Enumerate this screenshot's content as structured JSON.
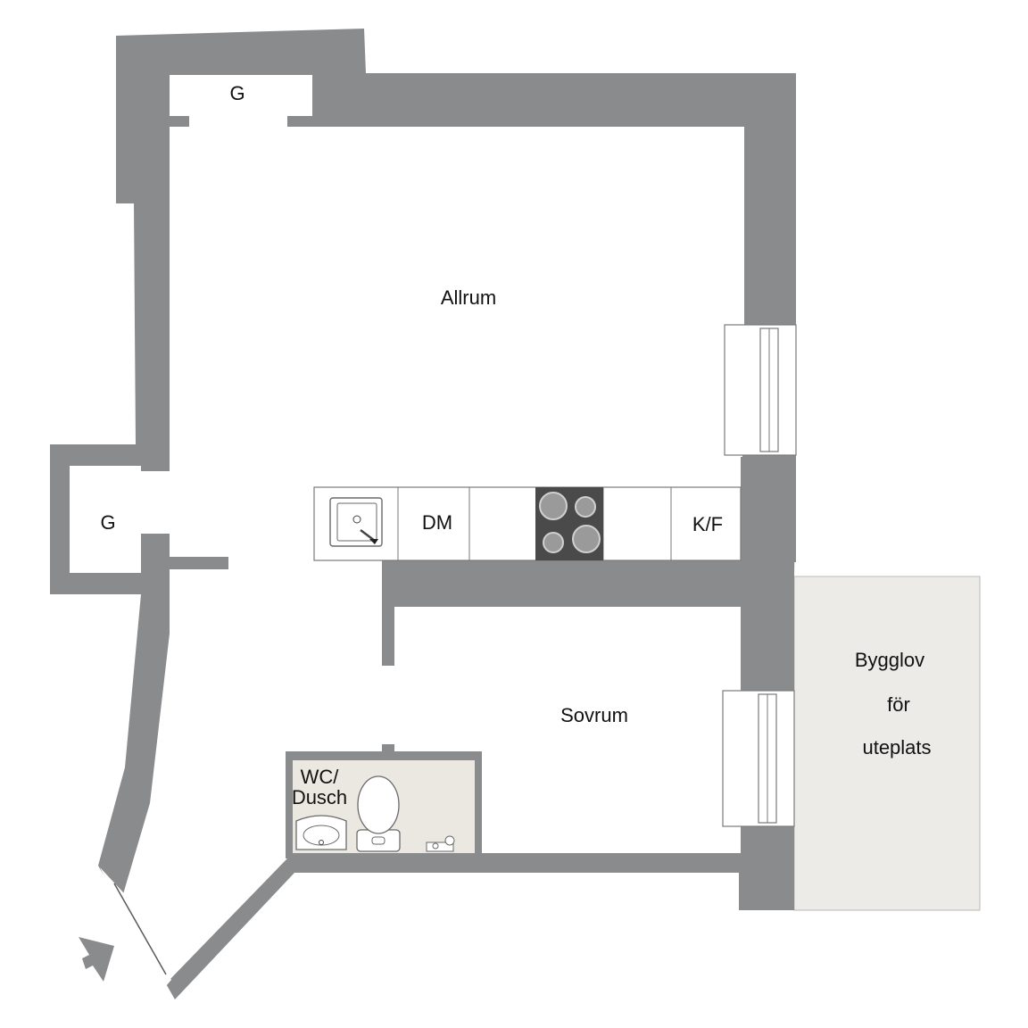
{
  "colors": {
    "wall": "#8a8b8d",
    "floor": "#ffffff",
    "tile": "#ebe8e2",
    "patio": "#ecebe7",
    "stove": "#4a4a4a",
    "line": "#5a5a5a"
  },
  "rooms": {
    "allrum": "Allrum",
    "sovrum": "Sovrum",
    "wc_line1": "WC/",
    "wc_line2": "Dusch",
    "closet_top": "G",
    "closet_left": "G"
  },
  "kitchen": {
    "dishwasher": "DM",
    "fridge_freezer": "K/F"
  },
  "patio": {
    "line1": "Bygglov",
    "line2": "för",
    "line3": "uteplats"
  },
  "icons": {
    "entrance": "entrance-arrow-icon",
    "sink": "kitchen-sink-icon",
    "stove": "cooktop-icon",
    "toilet": "toilet-icon",
    "washbasin": "washbasin-icon"
  }
}
